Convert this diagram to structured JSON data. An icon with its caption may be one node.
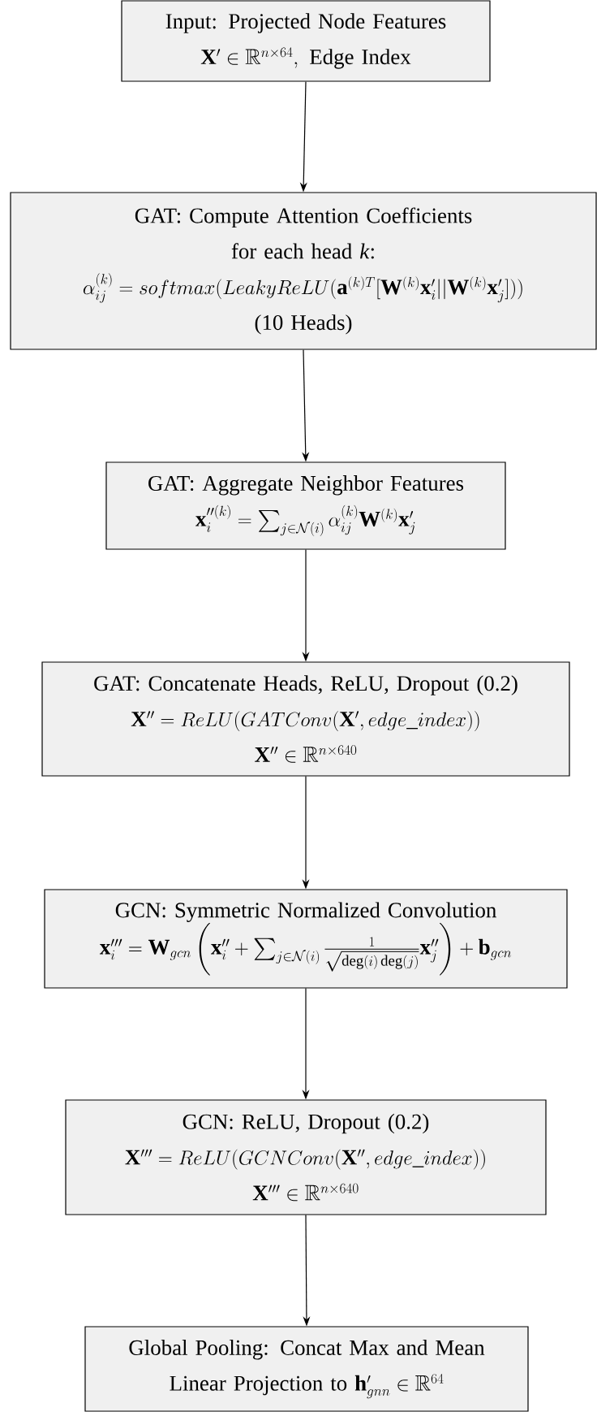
{
  "diagram": {
    "nodes": [
      {
        "text": [
          "Input: Projected Node Features",
          "\\mathbf{X}' \\in \\mathbb{R}^{n\\times 64}, \\text{ Edge Index}"
        ]
      },
      {
        "text": [
          "GAT: Compute Attention Coefficients",
          "for each head *k*:",
          "\\alpha_{ij}^{(k)} = softmax(LeakyReLU(\\mathbf{a}^{(k)T}[\\mathbf{W}^{(k)}\\mathbf{x}'_i||\\mathbf{W}^{(k)}\\mathbf{x}'_j]))",
          "(10 Heads)"
        ]
      },
      {
        "text": [
          "GAT: Aggregate Neighbor Features",
          "\\mathbf{x}_i''^{(k)} = \\textstyle\\sum_{j\\in\\mathcal{N}(i)} \\alpha_{ij}^{(k)}\\mathbf{W}^{(k)}\\mathbf{x}'_j"
        ]
      },
      {
        "text": [
          "GAT: Concatenate Heads, ReLU, Dropout (0.2)",
          "\\mathbf{X}'' = ReLU(GATConv(\\mathbf{X}', edge\\_index))",
          "\\mathbf{X}'' \\in \\mathbb{R}^{n\\times 640}"
        ]
      },
      {
        "text": [
          "GCN: Symmetric Normalized Convolution",
          "\\mathbf{x}'''_i = \\mathbf{W}_{gcn}\\left(\\mathbf{x}''_i + \\textstyle\\sum_{j\\in\\mathcal{N}(i)} \\frac{1}{\\sqrt{\\deg(i)\\deg(j)}}\\mathbf{x}''_j\\right) + \\mathbf{b}_{gcn}"
        ]
      },
      {
        "text": [
          "GCN: ReLU, Dropout (0.2)",
          "\\mathbf{X}''' = ReLU(GCNConv(\\mathbf{X}'', edge\\_index))",
          "\\mathbf{X}''' \\in \\mathbb{R}^{n\\times 640}"
        ]
      },
      {
        "text": [
          "Global Pooling: Concat Max and Mean",
          "\\text{Linear Projection to }\\mathbf{h}'_{gnn} \\in \\mathbb{R}^{64}"
        ]
      }
    ],
    "edges": [
      {
        "from": 0,
        "to": 1,
        "arrow": "to"
      },
      {
        "from": 1,
        "to": 2,
        "arrow": "to"
      },
      {
        "from": 2,
        "to": 3,
        "arrow": "to"
      },
      {
        "from": 3,
        "to": 4,
        "arrow": "to"
      },
      {
        "from": 4,
        "to": 5,
        "arrow": "to"
      },
      {
        "from": 5,
        "to": 6,
        "arrow": "to"
      }
    ]
  }
}
